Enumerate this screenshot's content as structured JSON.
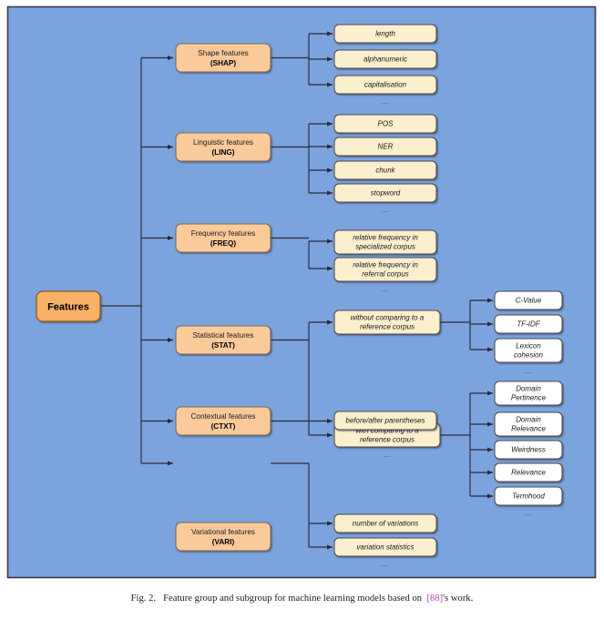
{
  "figure": {
    "panel_bg": "#7BA3DE",
    "panel_border": "#3a3a4a",
    "caption_prefix": "Fig. 2.",
    "caption_text_before": "Feature group and subgroup for machine learning models based on",
    "caption_ref": "[88]",
    "caption_text_after": "'s work.",
    "ellipsis": "..."
  },
  "colors": {
    "level1_fill": "#F9B168",
    "level1_stroke": "#8a5a20",
    "level2_fill": "#FBCA9B",
    "level2_stroke": "#7a6a50",
    "level3_fill": "#FCEFCE",
    "level3_stroke": "#4a4a4a",
    "level4_fill": "#FFFFFF",
    "level4_stroke": "#4a4a4a",
    "connector": "#2a2a3a",
    "reference_link": "#b13fa0"
  },
  "root": {
    "label": "Features"
  },
  "groups": [
    {
      "name": "Shape features",
      "code": "(SHAP)",
      "children": [
        {
          "label": "length"
        },
        {
          "label": "alphanumeric"
        },
        {
          "label": "capitalisation"
        }
      ],
      "has_ellipsis": true
    },
    {
      "name": "Linguistic features",
      "code": "(LING)",
      "children": [
        {
          "label": "POS"
        },
        {
          "label": "NER"
        },
        {
          "label": "chunk"
        },
        {
          "label": "stopword"
        }
      ],
      "has_ellipsis": true
    },
    {
      "name": "Frequency features",
      "code": "(FREQ)",
      "children": [
        {
          "line1": "relative frequency in",
          "line2": "specialized corpus"
        },
        {
          "line1": "relative frequency in",
          "line2": "referral corpus"
        }
      ],
      "has_ellipsis": true
    },
    {
      "name": "Statistical features",
      "code": "(STAT)",
      "children": [
        {
          "line1": "without comparing to a",
          "line2": "reference corpus",
          "grandchildren": [
            {
              "label": "C-Value"
            },
            {
              "label": "TF-IDF"
            },
            {
              "line1": "Lexicon",
              "line2": "cohesion"
            }
          ],
          "grandchildren_ellipsis": true
        },
        {
          "line1": "with comparing to a",
          "line2": "reference corpus",
          "has_ellipsis": true,
          "grandchildren": [
            {
              "line1": "Domain",
              "line2": "Pertinence"
            },
            {
              "line1": "Domain",
              "line2": "Relevance"
            },
            {
              "label": "Weirdness"
            },
            {
              "label": "Relevance"
            },
            {
              "label": "Termhood"
            }
          ],
          "grandchildren_ellipsis": true
        }
      ]
    },
    {
      "name": "Contextual features",
      "code": "(CTXT)",
      "children": [
        {
          "label": "before/after parentheses"
        }
      ],
      "has_ellipsis": true
    },
    {
      "name": "Variational features",
      "code": "(VARI)",
      "children": [
        {
          "label": "number of variations"
        },
        {
          "label": "variation statistics"
        }
      ],
      "has_ellipsis": true
    }
  ]
}
